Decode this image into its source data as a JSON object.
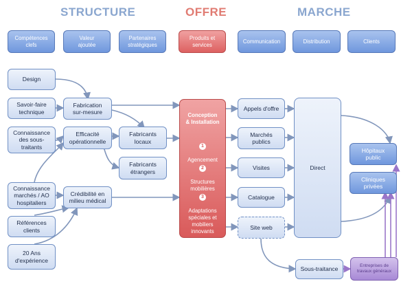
{
  "headers": {
    "structure": "STRUCTURE",
    "offre": "OFFRE",
    "marche": "MARCHE"
  },
  "colors": {
    "structure": "#8aa6cf",
    "offre": "#e07b72",
    "marche": "#8aa6cf",
    "arrow": "#8196bb",
    "purple_arrow": "#9a76c9"
  },
  "top_row": [
    "Compétences\nclefs",
    "Valeur\najoutée",
    "Partenaires\nstratégiques",
    "Produits et\nservices",
    "Communication",
    "Distribution",
    "Clients"
  ],
  "structure": {
    "design": "Design",
    "savoir_faire": "Savoir-faire\ntechnique",
    "connaissance_sous": "Connaissance\ndes sous-\ntraitants",
    "connaissance_marches": "Connaissance\nmarchés / AO\nhospitaliers",
    "references": "Références\nclients",
    "ans": "20 Ans\nd'expérience",
    "fabrication": "Fabrication\nsur-mesure",
    "efficacite": "Efficacité\nopérationnelle",
    "credibilite": "Crédibilité en\nmilieu médical",
    "fab_locaux": "Fabricants\nlocaux",
    "fab_etrangers": "Fabricants\nétrangers"
  },
  "offre": {
    "title": "Conception\n& Installation",
    "items": [
      {
        "num": "1",
        "label": "Agencement"
      },
      {
        "num": "2",
        "label": "Structures\nmobilières"
      },
      {
        "num": "3",
        "label": "Adaptations\nspéciales et\nmobiliers\ninnovants"
      }
    ]
  },
  "marche": {
    "appels": "Appels d'offre",
    "marches_publics": "Marchés\npublics",
    "visites": "Visites",
    "catalogue": "Catalogue",
    "site_web": "Site web",
    "direct": "Direct",
    "sous_traitance": "Sous-traitance",
    "entreprises": "Entreprises de\ntravaux généraux",
    "hopitaux": "Hôpitaux\npublic",
    "cliniques": "Cliniques\nprivées"
  }
}
